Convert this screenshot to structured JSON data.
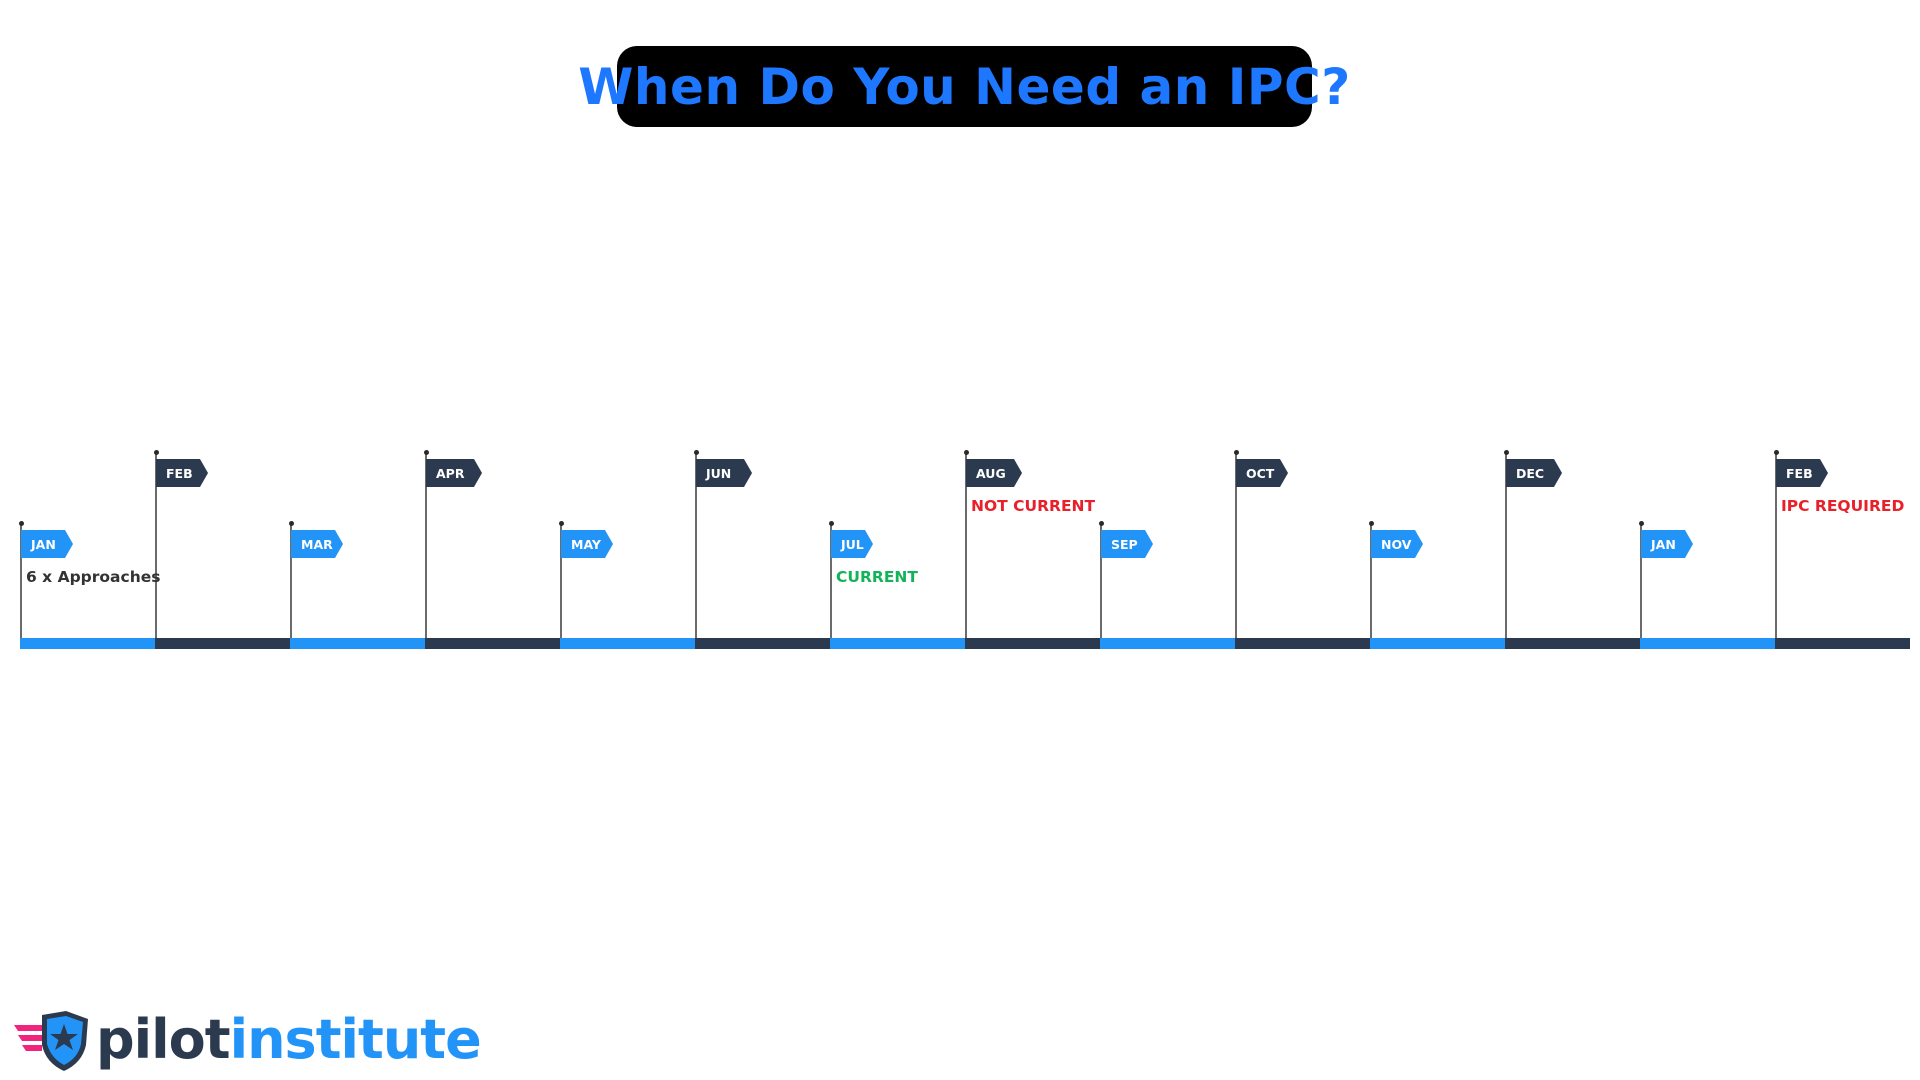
{
  "title": "When Do You Need an IPC?",
  "colors": {
    "blue": "#2394f7",
    "dark": "#2b3a4f",
    "title_text": "#1e78ff",
    "current": "#14b35a",
    "not_current": "#e8202a",
    "note": "#333333",
    "logo_pink": "#f0247c",
    "logo_dark": "#2b3a4f",
    "logo_blue": "#2394f7"
  },
  "months": [
    {
      "label": "JAN",
      "tier": "low",
      "color": "blue"
    },
    {
      "label": "FEB",
      "tier": "high",
      "color": "dark"
    },
    {
      "label": "MAR",
      "tier": "low",
      "color": "blue"
    },
    {
      "label": "APR",
      "tier": "high",
      "color": "dark"
    },
    {
      "label": "MAY",
      "tier": "low",
      "color": "blue"
    },
    {
      "label": "JUN",
      "tier": "high",
      "color": "dark"
    },
    {
      "label": "JUL",
      "tier": "low",
      "color": "blue"
    },
    {
      "label": "AUG",
      "tier": "high",
      "color": "dark"
    },
    {
      "label": "SEP",
      "tier": "low",
      "color": "blue"
    },
    {
      "label": "OCT",
      "tier": "high",
      "color": "dark"
    },
    {
      "label": "NOV",
      "tier": "low",
      "color": "blue"
    },
    {
      "label": "DEC",
      "tier": "high",
      "color": "dark"
    },
    {
      "label": "JAN",
      "tier": "low",
      "color": "blue"
    },
    {
      "label": "FEB",
      "tier": "high",
      "color": "dark"
    }
  ],
  "notes": [
    {
      "month_index": 0,
      "text": "6 x Approaches",
      "color": "note"
    },
    {
      "month_index": 6,
      "text": "CURRENT",
      "color": "current"
    },
    {
      "month_index": 7,
      "text": "NOT CURRENT",
      "color": "not_current"
    },
    {
      "month_index": 13,
      "text": "IPC REQUIRED",
      "color": "not_current"
    }
  ],
  "logo": {
    "word1": "pilot",
    "word2": "institute",
    "mark_icon": "winged-shield-star-icon"
  }
}
